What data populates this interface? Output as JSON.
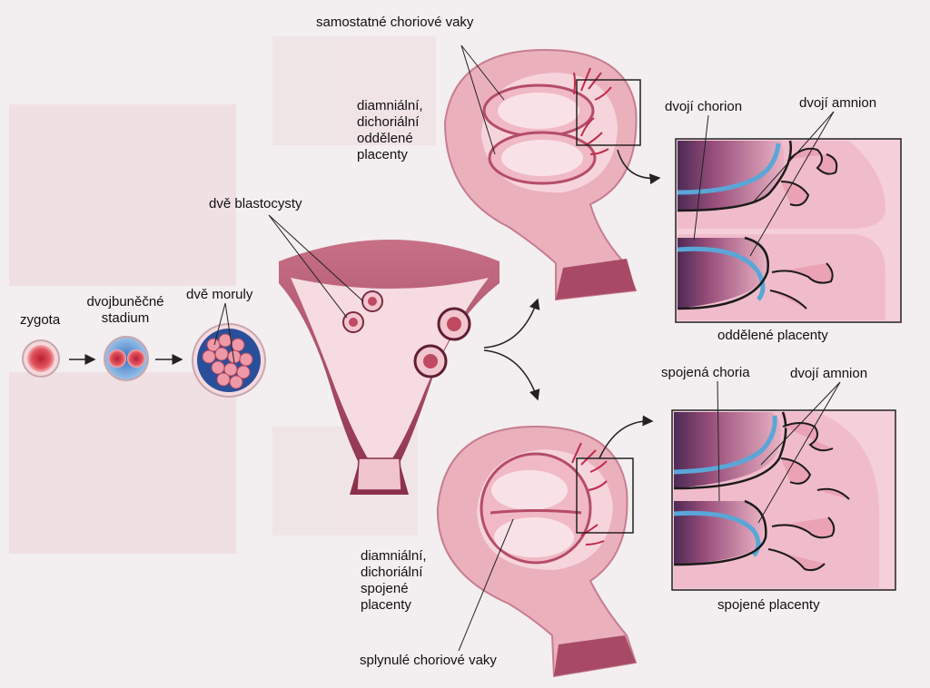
{
  "labels": {
    "zygote": "zygota",
    "two_cell": [
      "dvojbuněčné",
      "stadium"
    ],
    "two_morulae": "dvě moruly",
    "two_blastocysts": "dvě blastocysty",
    "separate_sacs": "samostatné choriové vaky",
    "top_type": [
      "diamniální,",
      "dichoriální",
      "oddělené",
      "placenty"
    ],
    "double_chorion": "dvojí chorion",
    "double_amnion_top": "dvojí amnion",
    "separate_placentas": "oddělené placenty",
    "fused_chorions": "spojená choria",
    "double_amnion_bottom": "dvojí amnion",
    "bottom_type": [
      "diamniální,",
      "dichoriální",
      "spojené",
      "placenty"
    ],
    "fused_placentas": "spojené placenty",
    "fused_sacs": "splynulé choriové vaky"
  },
  "colors": {
    "background": "#f3eeef",
    "tissue": "#e8a9b4",
    "tissue_dark": "#8c3552",
    "membrane_blue": "#5aa6d8",
    "cell_red": "#d23a4a"
  }
}
